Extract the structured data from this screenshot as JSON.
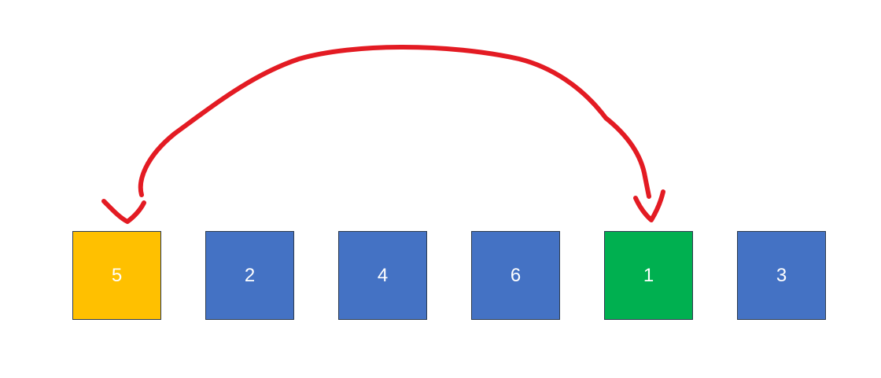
{
  "diagram": {
    "boxes": [
      {
        "label": "5",
        "color": "#FFC000"
      },
      {
        "label": "2",
        "color": "#4472C4"
      },
      {
        "label": "4",
        "color": "#4472C4"
      },
      {
        "label": "6",
        "color": "#4472C4"
      },
      {
        "label": "1",
        "color": "#00B050"
      },
      {
        "label": "3",
        "color": "#4472C4"
      }
    ],
    "arrow_color": "#E31B23",
    "border_color": "#2B3A4F"
  }
}
